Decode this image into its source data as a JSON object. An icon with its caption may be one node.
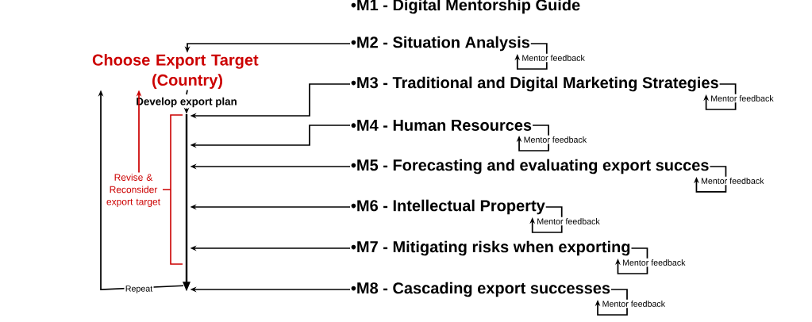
{
  "diagram": {
    "nodes": [
      {
        "text": [
          "Choose Export Target (Country)"
        ]
      },
      {
        "text": [
          "Develop export plan"
        ]
      },
      {
        "text": [
          "Revise & Reconsider export target"
        ]
      },
      {
        "text": [
          "•M1 - Digital Mentorship Guide"
        ]
      },
      {
        "text": [
          "•M2 - Situation Analysis"
        ]
      },
      {
        "text": [
          "•M3 - Traditional and Digital Marketing Strategies"
        ]
      },
      {
        "text": [
          "•M4 - Human Resources"
        ]
      },
      {
        "text": [
          "•M5 - Forecasting and evaluating export succes"
        ]
      },
      {
        "text": [
          "•M6 - Intellectual Property"
        ]
      },
      {
        "text": [
          "•M7 - Mitigating risks when exporting"
        ]
      },
      {
        "text": [
          "•M8 - Cascading export successes"
        ]
      },
      {
        "text": [],
        "shape": "bar"
      }
    ],
    "edges": [
      {
        "from": 4,
        "to": 0,
        "arrow": "to"
      },
      {
        "from": 0,
        "to": 1,
        "arrow": "none"
      },
      {
        "from": 1,
        "to": 11,
        "arrow": "to"
      },
      {
        "from": 11,
        "to": 0,
        "arrow": "to",
        "label": "Repeat"
      },
      {
        "from": 2,
        "to": 0,
        "arrow": "to",
        "color": "#cc0000"
      },
      {
        "from": 5,
        "to": 11,
        "arrow": "to"
      },
      {
        "from": 6,
        "to": 11,
        "arrow": "to"
      },
      {
        "from": 7,
        "to": 11,
        "arrow": "to"
      },
      {
        "from": 8,
        "to": 11,
        "arrow": "to"
      },
      {
        "from": 9,
        "to": 11,
        "arrow": "to"
      },
      {
        "from": 10,
        "to": 11,
        "arrow": "to"
      },
      {
        "from": 4,
        "to": 4,
        "arrow": "to",
        "label": "Mentor feedback"
      },
      {
        "from": 5,
        "to": 5,
        "arrow": "to",
        "label": "Mentor feedback"
      },
      {
        "from": 6,
        "to": 6,
        "arrow": "to",
        "label": "Mentor feedback"
      },
      {
        "from": 7,
        "to": 7,
        "arrow": "to",
        "label": "Mentor feedback"
      },
      {
        "from": 8,
        "to": 8,
        "arrow": "to",
        "label": "Mentor feedback"
      },
      {
        "from": 9,
        "to": 9,
        "arrow": "to",
        "label": "Mentor feedback"
      },
      {
        "from": 10,
        "to": 10,
        "arrow": "to",
        "label": "Mentor feedback"
      }
    ]
  }
}
